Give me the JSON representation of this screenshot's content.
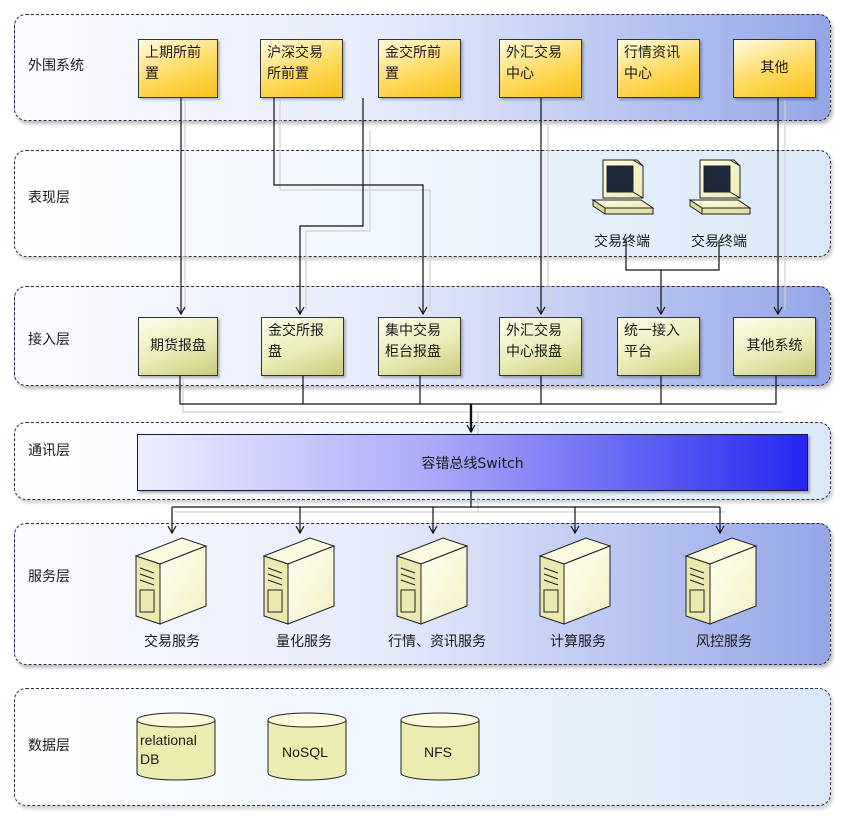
{
  "layers": [
    {
      "key": "external",
      "label": "外围系统"
    },
    {
      "key": "presentation",
      "label": "表现层"
    },
    {
      "key": "access",
      "label": "接入层"
    },
    {
      "key": "communication",
      "label": "通讯层"
    },
    {
      "key": "service",
      "label": "服务层"
    },
    {
      "key": "data",
      "label": "数据层"
    }
  ],
  "external_systems": [
    {
      "label": "上期所前置"
    },
    {
      "label": "沪深交易所前置"
    },
    {
      "label": "金交所前置"
    },
    {
      "label": "外汇交易中心"
    },
    {
      "label": "行情资讯中心"
    },
    {
      "label": "其他"
    }
  ],
  "terminals": [
    {
      "label": "交易终端"
    },
    {
      "label": "交易终端"
    }
  ],
  "access_nodes": [
    {
      "label": "期货报盘"
    },
    {
      "label": "金交所报盘"
    },
    {
      "label": "集中交易柜台报盘"
    },
    {
      "label": "外汇交易中心报盘"
    },
    {
      "label": "统一接入平台"
    },
    {
      "label": "其他系统"
    }
  ],
  "bus": {
    "label": "容错总线Switch"
  },
  "services": [
    {
      "label": "交易服务"
    },
    {
      "label": "量化服务"
    },
    {
      "label": "行情、资讯服务"
    },
    {
      "label": "计算服务"
    },
    {
      "label": "风控服务"
    }
  ],
  "databases": [
    {
      "label": "relational DB"
    },
    {
      "label": "NoSQL"
    },
    {
      "label": "NFS"
    }
  ],
  "colors": {
    "external_box": "#ffd95c",
    "access_box": "#eaebb6",
    "bus_end": "#2626f0",
    "layer_blue": "#93a6e8"
  },
  "icons": [
    "desktop-computer-icon",
    "server-tower-icon",
    "database-cylinder-icon"
  ]
}
